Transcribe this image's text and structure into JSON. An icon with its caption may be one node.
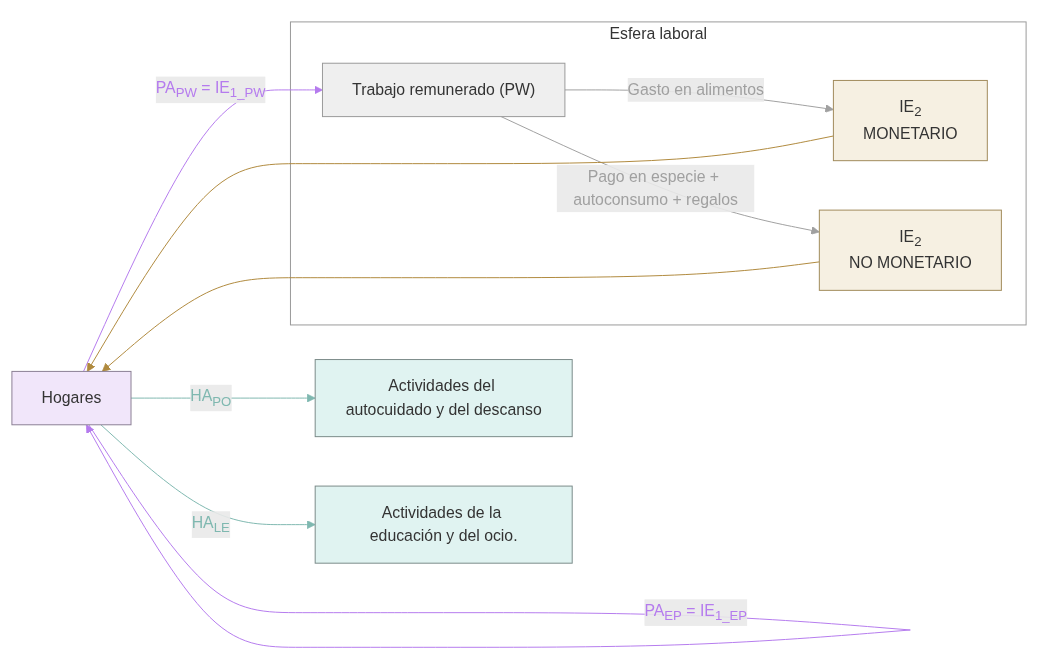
{
  "diagram": {
    "nodes": [
      {
        "text": [
          "Hogares"
        ]
      },
      {
        "text": [
          "Actividades del autocuidado y del descanso"
        ]
      },
      {
        "text": [
          "Actividades de la educación y del ocio."
        ]
      },
      {
        "text": [
          "Esfera laboral"
        ]
      },
      {
        "text": [
          "Trabajo remunerado (PW)"
        ],
        "in": 3
      },
      {
        "text": [
          "IE$_{2}$",
          "MONETARIO"
        ],
        "in": 3
      },
      {
        "text": [
          "IE$_{2}$",
          "NO MONETARIO"
        ],
        "in": 3
      }
    ],
    "edges": [
      {
        "from": 0,
        "to": 0,
        "arrow": "to",
        "label": "PA$_{EP}$ = IE$_{1_EP}$",
        "color": "#b57bee"
      },
      {
        "from": 0,
        "to": 1,
        "arrow": "to",
        "label": "HA$_{PO}$",
        "color": "#7fb8b0"
      },
      {
        "from": 0,
        "to": 2,
        "arrow": "to",
        "label": "HA$_{LE}$",
        "color": "#7fb8b0"
      },
      {
        "from": 0,
        "to": 4,
        "arrow": "to",
        "label": "PA$_{PW}$ = IE$_{1_PW}$",
        "color": "#b57bee"
      },
      {
        "from": 4,
        "to": 5,
        "arrow": "to",
        "label": "Gasto en alimentos",
        "color": "#a0a0a0"
      },
      {
        "from": 4,
        "to": 6,
        "arrow": "to",
        "label": "Pago en especie + autoconsumo + regalos",
        "color": "#a0a0a0"
      },
      {
        "from": 5,
        "to": 0,
        "arrow": "to",
        "color": "#b08a3e"
      },
      {
        "from": 6,
        "to": 0,
        "arrow": "to",
        "color": "#b08a3e"
      }
    ]
  }
}
